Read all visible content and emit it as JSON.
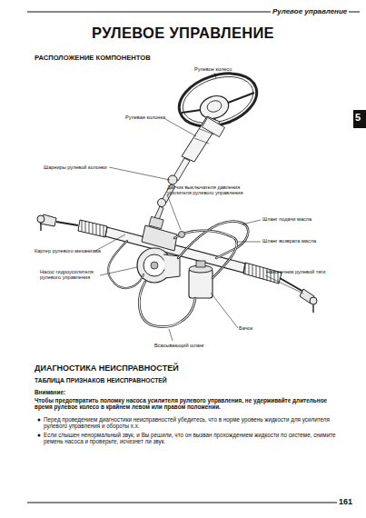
{
  "diagram": {
    "title": "РУЛЕВОЕ УПРАВЛЕНИЕ",
    "labels": [
      "Рулевое управление",
      "РАСПОЛОЖЕНИЕ КОМПОНЕНТОВ",
      "5",
      "Рулевое колесо",
      "Рулевая колонка",
      "Шарниры рулевой колонки",
      "Датчик выключателя давления усилителя рулевого управления",
      "Шланг подачи масла",
      "Шланг возврата масла",
      "Картер рулевого механизма",
      "Насос гидроусилителя рулевого управления",
      "Наконечник рулевой тяги",
      "Бачок",
      "Всасывающий шланг",
      "ДИАГНОСТИКА НЕИСПРАВНОСТЕЙ",
      "ТАБЛИЦА ПРИЗНАКОВ НЕИСПРАВНОСТЕЙ",
      "Внимание:",
      "Чтобы предотвратить поломку насоса усилителя рулевого управления, не удерживайте длительное время рулевое колесо в крайнем левом или правом положении.",
      "Перед проведением диагностики неисправностей убедитесь, что в норме уровень жидкости для усилителя рулевого управления и обороты х.х.",
      "Если слышен ненормальный звук, и Вы решили, что он вызван прохождением жидкости по системе, снимите ремень насоса и проверьте, исчезнет ли звук.",
      "161"
    ]
  }
}
